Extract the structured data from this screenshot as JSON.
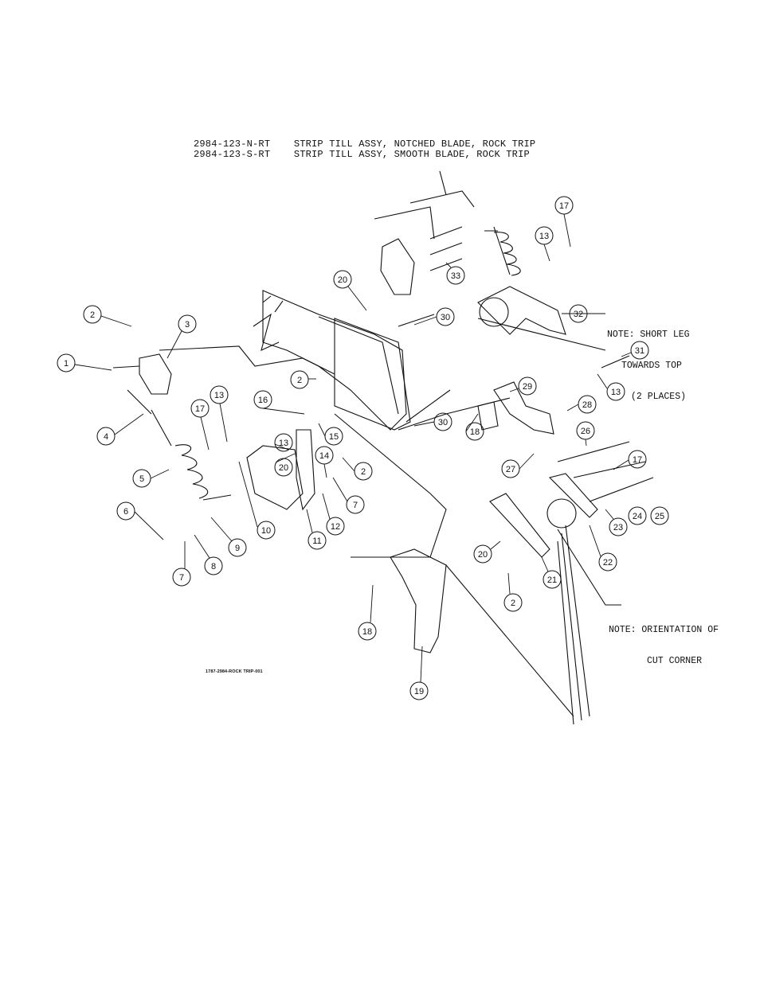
{
  "titles": [
    {
      "part_no": "2984-123-N-RT",
      "desc": "STRIP TILL ASSY, NOTCHED BLADE, ROCK TRIP"
    },
    {
      "part_no": "2984-123-S-RT",
      "desc": "STRIP TILL ASSY, SMOOTH BLADE, ROCK TRIP"
    }
  ],
  "notes": {
    "short_leg": [
      "NOTE: SHORT LEG",
      "TOWARDS TOP",
      "(2 PLACES)"
    ],
    "cut_corner": [
      "NOTE: ORIENTATION OF",
      "CUT CORNER"
    ]
  },
  "drawing_id": "1787-2984-ROCK TRIP-001",
  "callouts": [
    "17",
    "13",
    "33",
    "20",
    "32",
    "30",
    "2",
    "3",
    "31",
    "1",
    "2",
    "13",
    "17",
    "16",
    "13",
    "15",
    "28",
    "29",
    "26",
    "30",
    "18",
    "17",
    "4",
    "14",
    "27",
    "2",
    "20",
    "7",
    "5",
    "13",
    "12",
    "11",
    "10",
    "23",
    "24",
    "25",
    "6",
    "9",
    "20",
    "8",
    "7",
    "21",
    "22",
    "2",
    "18",
    "19"
  ]
}
